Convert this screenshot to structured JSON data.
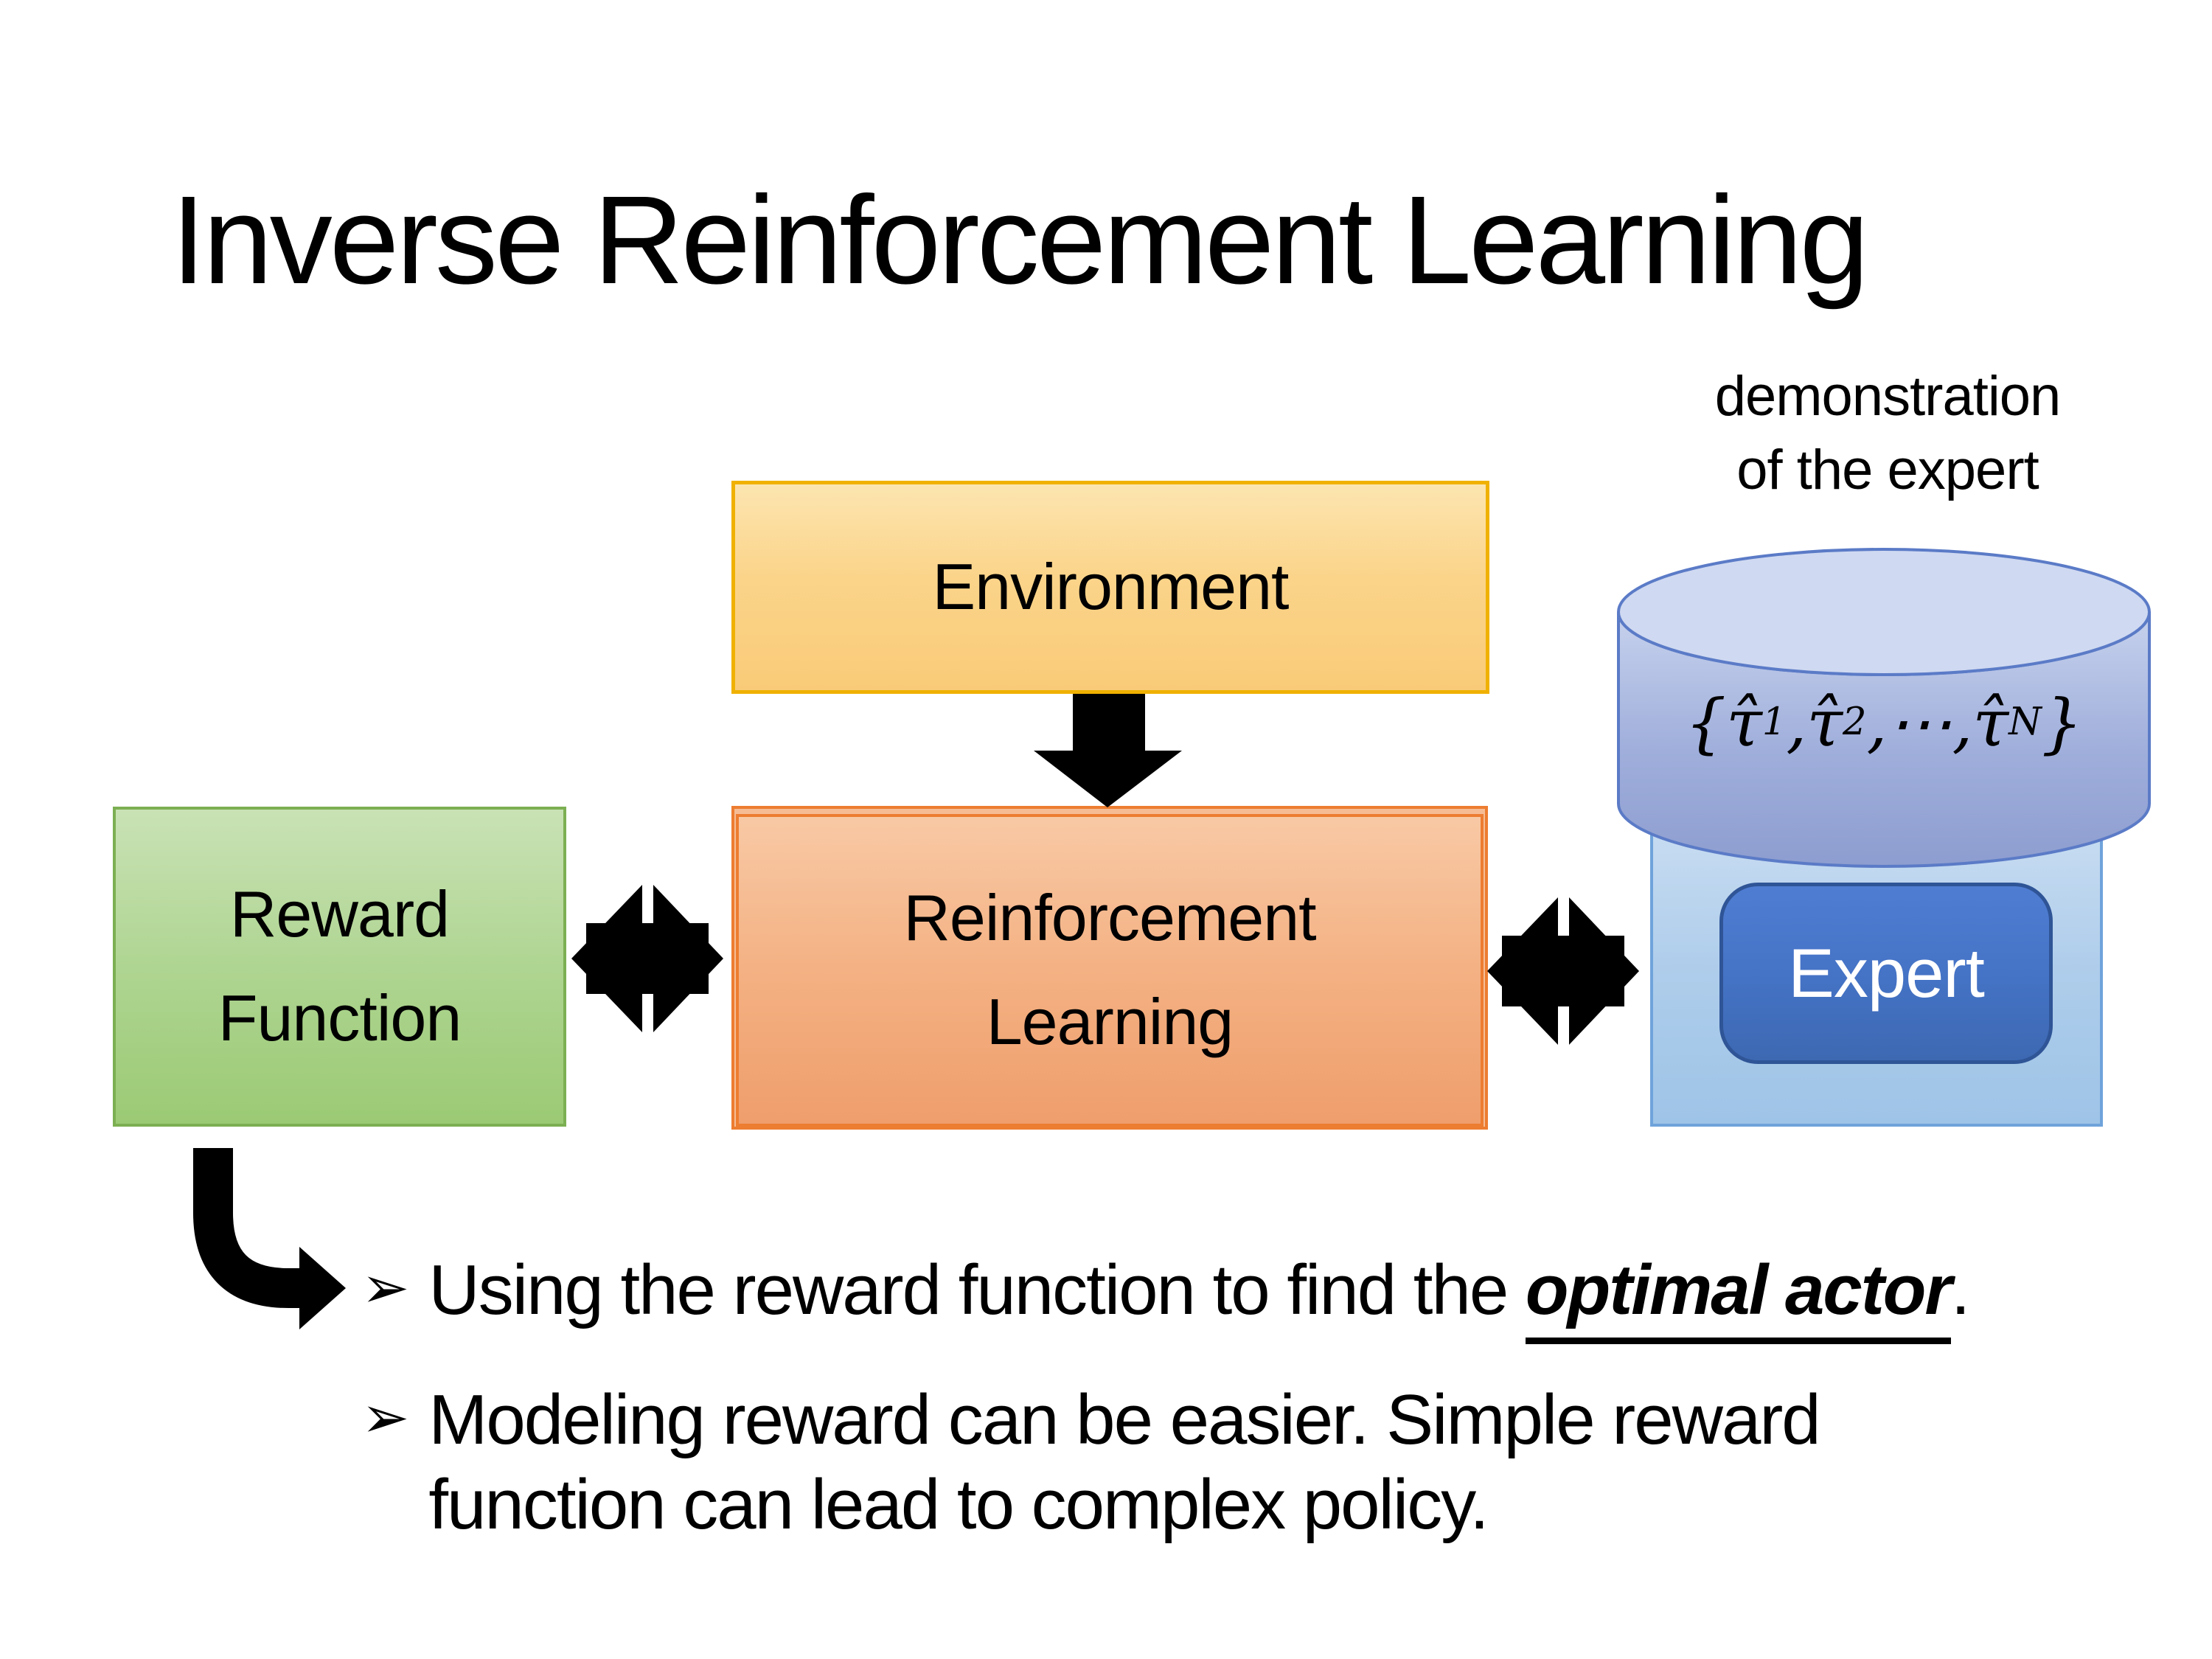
{
  "slide": {
    "title": "Inverse Reinforcement Learning"
  },
  "demo": {
    "line1": "demonstration",
    "line2": "of the expert"
  },
  "env": {
    "label": "Environment"
  },
  "reward": {
    "line1": "Reward",
    "line2": "Function"
  },
  "rl": {
    "line1": "Reinforcement",
    "line2": "Learning"
  },
  "expert": {
    "label": "Expert"
  },
  "math": {
    "lbrace": "{",
    "tau": "τ̂",
    "sub1": "1",
    "sub2": "2",
    "subN": "N",
    "sep": ", ",
    "cdots": "⋯",
    "rbrace": "}"
  },
  "bullets": {
    "marker": "➢",
    "b1_pre": "Using the reward function to find the ",
    "b1_emph": "optimal actor",
    "b1_post": ".",
    "b2_line1": "Modeling reward can be easier. Simple reward",
    "b2_line2": "function can lead to complex policy."
  },
  "colors": {
    "environment_border": "#FFC000",
    "environment_fill": "#FBD48A",
    "reward_border": "#70AD47",
    "reward_fill": "#AFD592",
    "rl_border": "#ED7D31",
    "rl_fill": "#F4B183",
    "cylinder_fill": "#97A6D5",
    "cylinder_top": "#CFD9F1",
    "cylinder_border": "#4472C4",
    "expert_fill": "#4472C4",
    "expert_border": "#2F5597",
    "lightblue_fill": "#9EC4E7",
    "arrow_color": "#000000",
    "text_color": "#000000",
    "background": "#FFFFFF"
  }
}
